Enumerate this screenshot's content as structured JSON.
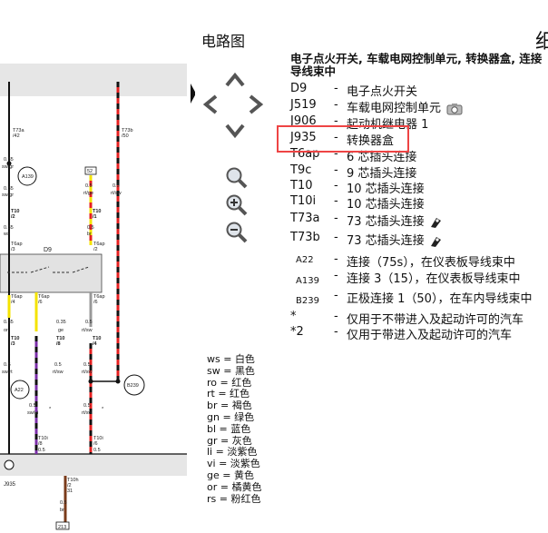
{
  "page": {
    "title": "电路图",
    "title_right": "细"
  },
  "legend": {
    "heading": "电子点火开关, 车载电网控制单元, 转换器盒, 连接导线束中",
    "rows": [
      {
        "code": "D9",
        "desc": "电子点火开关"
      },
      {
        "code": "J519",
        "desc": "车载电网控制单元"
      },
      {
        "code": "J906",
        "desc": "起动机继电器 1"
      },
      {
        "code": "J935",
        "desc": "转换器盒"
      },
      {
        "code": "T6ap",
        "desc": "6 芯插头连接"
      },
      {
        "code": "T9c",
        "desc": "9 芯插头连接"
      },
      {
        "code": "T10",
        "desc": "10 芯插头连接"
      },
      {
        "code": "T10i",
        "desc": "10 芯插头连接"
      },
      {
        "code": "T73a",
        "desc": "73 芯插头连接"
      },
      {
        "code": "T73b",
        "desc": "73 芯插头连接"
      },
      {
        "code": "A22",
        "desc": "连接（75s），在仪表板导线束中"
      },
      {
        "code": "A139",
        "desc": "连接 3（15），在仪表板导线束中"
      },
      {
        "code": "B239",
        "desc": "正极连接 1（50），在车内导线束中"
      },
      {
        "code": "*",
        "desc": "仅用于不带进入及起动许可的汽车"
      },
      {
        "code": "*2",
        "desc": "仅用于带进入及起动许可的汽车"
      }
    ]
  },
  "colors": [
    "ws = 白色",
    "sw = 黑色",
    "ro = 红色",
    "rt = 红色",
    "br = 褐色",
    "gn = 绿色",
    "bl = 蓝色",
    "gr = 灰色",
    "li = 淡紫色",
    "vi = 淡紫色",
    "ge = 黄色",
    "or = 橘黄色",
    "rs = 粉红色"
  ],
  "diagram": {
    "labels": {
      "t73a": "T73a",
      "t73a_pin": "/42",
      "t73b": "T73b",
      "t73b_pin": "/50",
      "w1": "0.35",
      "w1c": "sw/gr",
      "a139": "A139",
      "w2": "0.35",
      "w2c": "sw/gr",
      "t10a": "T10",
      "t10a_pin": "/2",
      "w3": "0.35",
      "w3c": "ws",
      "t6ap1": "T6ap",
      "t6ap1_pin": "/3",
      "d9": "D9",
      "t6ap2": "T6ap",
      "t6ap2_pin": "/4",
      "t6ap3": "T6ap",
      "t6ap3_pin": "/6",
      "w4": "0.35",
      "w4c": "or",
      "t10b": "T10",
      "t10b_pin": "/3",
      "w5": "0.5",
      "w5c": "sw/rt",
      "a22": "A22",
      "w6": "0.5",
      "w6c": "sw/vi",
      "star1": "*",
      "t10i1": "T10i",
      "t10i1_pin": "/8",
      "w7": "0.5",
      "j935": "J935",
      "box52": "52",
      "w8": "0.5",
      "w8c": "rt/ge",
      "t10c": "T10",
      "t10c_pin": "/1",
      "w9": "0.5",
      "w9c": "br",
      "t6ap4": "T6ap",
      "t6ap4_pin": "/2",
      "t6ap5": "T6ap",
      "t6ap5_pin": "/6",
      "w10": "0.35",
      "w10c": "ge",
      "t10d": "T10",
      "t10d_pin": "/8",
      "w11": "0.5",
      "w11c": "rt/sw",
      "w12": "0.5",
      "w12c": "rt/sw",
      "w13": "0.5",
      "w13c": "rt/sw",
      "t10e": "T10",
      "t10e_pin": "/4",
      "w14": "0.5",
      "w14c": "rt/sw",
      "b239": "B239",
      "w15": "0.5",
      "w15c": "rt/sw",
      "star2": "*",
      "t10i2": "T10i",
      "t10i2_pin": "/6",
      "w16": "0.5",
      "t10h": "T10h",
      "t10h_pin": "/2",
      "t10h_pin2": "31",
      "w17": "0.5",
      "w17c": "br",
      "box213": "213"
    }
  }
}
